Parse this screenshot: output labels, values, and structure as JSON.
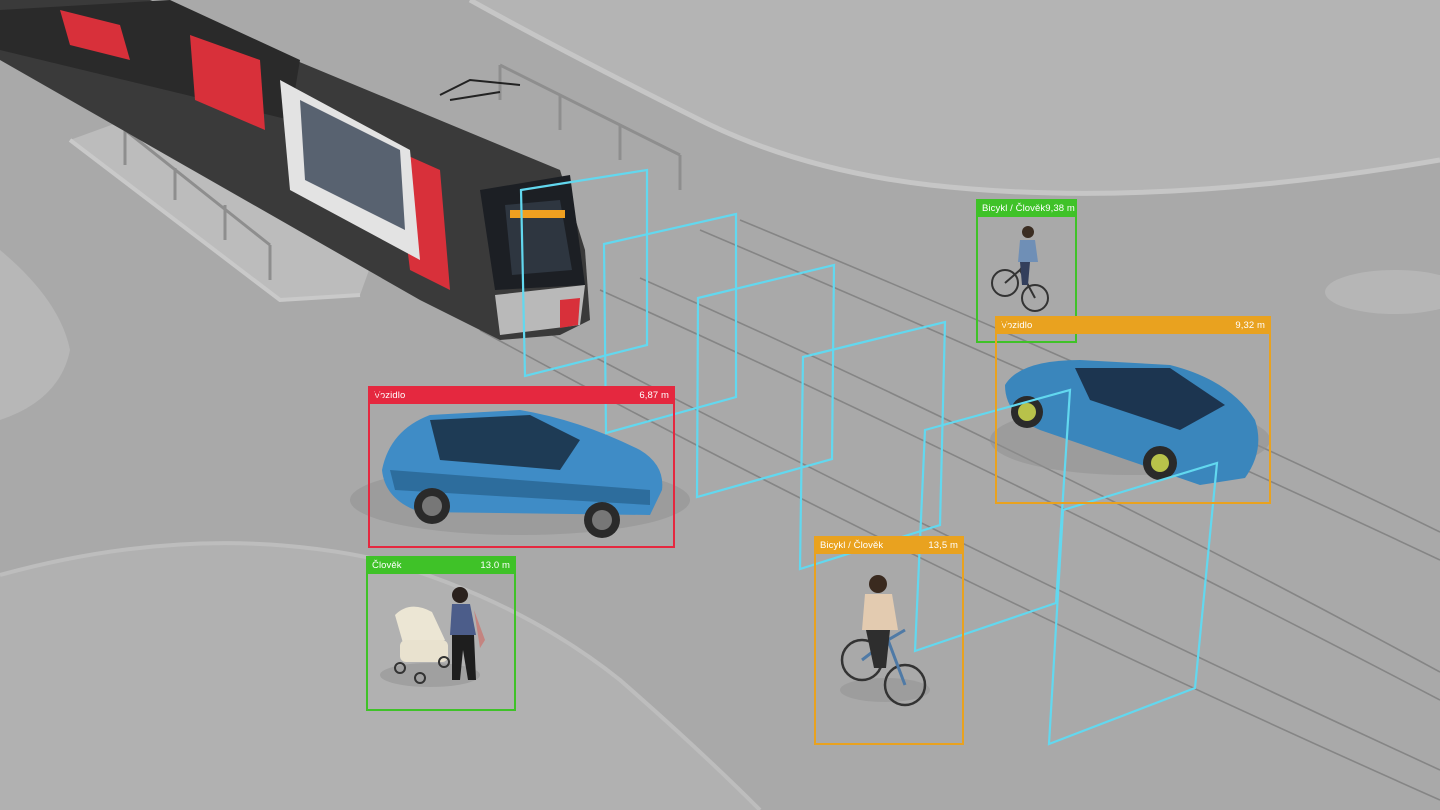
{
  "colors": {
    "danger": "#e5283f",
    "safe": "#3fc228",
    "caution": "#e9a21f",
    "scan_plane": "#62d8ef",
    "ground": "#a9a9a9"
  },
  "detections": [
    {
      "id": "car-left",
      "class_label": "Vozidlo",
      "distance": "6,87 m",
      "status": "danger",
      "warning_icon": "warning-triangle-icon"
    },
    {
      "id": "pedestrian",
      "class_label": "Člověk",
      "distance": "13.0 m",
      "status": "safe"
    },
    {
      "id": "cyclist-far",
      "class_label": "Bicykl / Člověk",
      "distance": "9,38 m",
      "status": "safe"
    },
    {
      "id": "car-right",
      "class_label": "Vozidlo",
      "distance": "9,32 m",
      "status": "caution",
      "warning_icon": "warning-triangle-icon"
    },
    {
      "id": "cyclist-near",
      "class_label": "Bicykl / Člověk",
      "distance": "13,5 m",
      "status": "caution"
    }
  ],
  "scene": {
    "objects": [
      "tram",
      "blue-estate-car",
      "blue-sports-wagon",
      "woman-with-stroller",
      "cyclist-far",
      "cyclist-near",
      "tram-tracks",
      "tram-stop-platform"
    ],
    "scan_plane_count": 6
  }
}
